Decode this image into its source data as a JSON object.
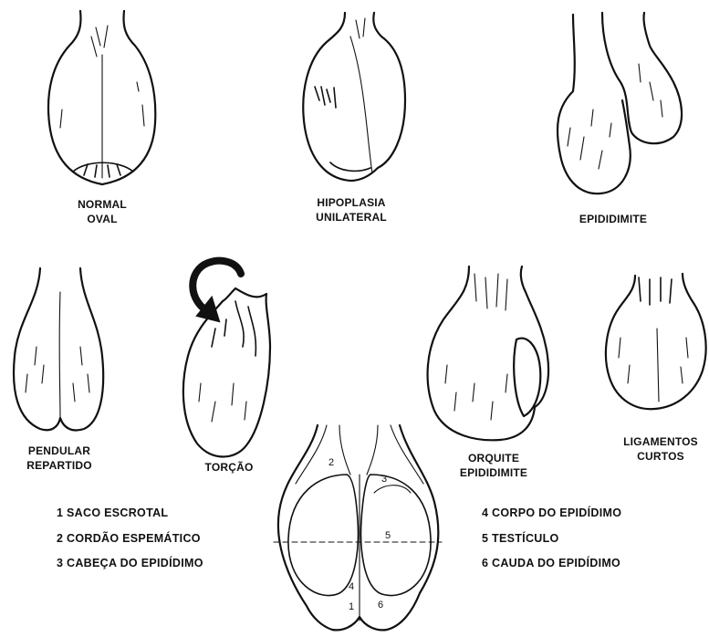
{
  "figures": {
    "normal_oval": {
      "line1": "NORMAL",
      "line2": "OVAL"
    },
    "hipoplasia": {
      "line1": "HIPOPLASIA",
      "line2": "UNILATERAL"
    },
    "epididimite": {
      "line1": "EPIDIDIMITE"
    },
    "pendular": {
      "line1": "PENDULAR",
      "line2": "REPARTIDO"
    },
    "torcao": {
      "line1": "TORÇÃO"
    },
    "orquite": {
      "line1": "ORQUITE",
      "line2": "EPIDIDIMITE"
    },
    "ligamentos": {
      "line1": "LIGAMENTOS",
      "line2": "CURTOS"
    }
  },
  "legend": {
    "left": [
      "1 SACO ESCROTAL",
      "2 CORDÃO ESPEMÁTICO",
      "3 CABEÇA DO EPIDÍDIMO"
    ],
    "right": [
      "4 CORPO DO EPIDÍDIMO",
      "5 TESTÍCULO",
      "6 CAUDA DO EPIDÍDIMO"
    ]
  },
  "diagram_numbers": [
    "1",
    "2",
    "3",
    "4",
    "5",
    "6"
  ]
}
